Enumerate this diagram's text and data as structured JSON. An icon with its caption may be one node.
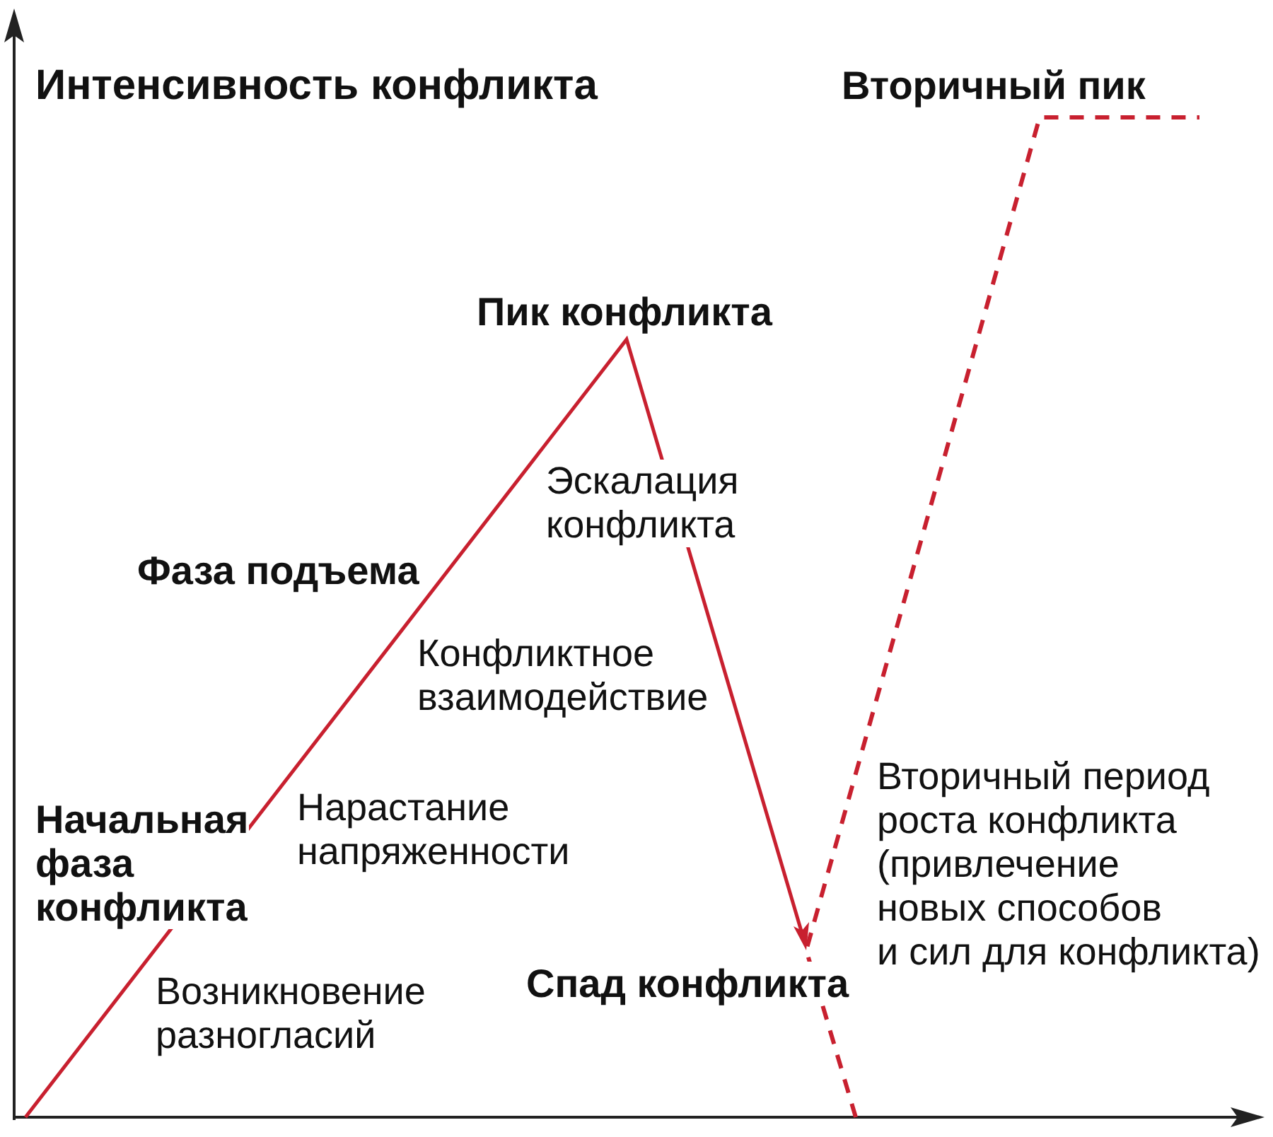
{
  "diagram": {
    "labels": [
      "Интенсивность конфликта",
      "Вторичный пик",
      "Пик конфликта",
      "Эскалация конфликта",
      "Фаза подъема",
      "Конфликтное взаимодействие",
      "Вторичный период роста конфликта (привлечение новых способов и сил для конфликта)",
      "Начальная фаза конфликта",
      "Нарастание напряженности",
      "Спад конфликта",
      "Возникновение разногласий"
    ]
  }
}
